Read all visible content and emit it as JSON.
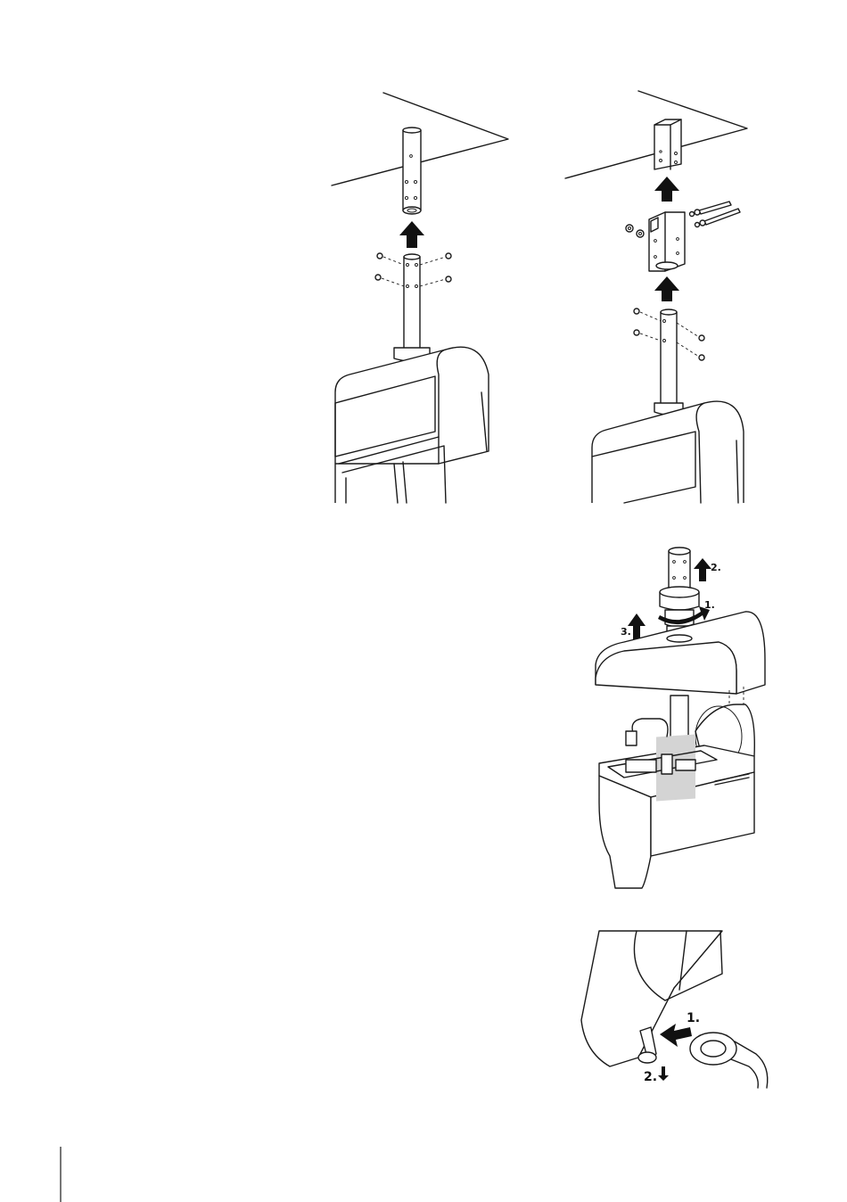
{
  "figure3": {
    "steps": [
      "1.",
      "2.",
      "3."
    ]
  },
  "figure4": {
    "steps": [
      "1.",
      "2."
    ]
  }
}
